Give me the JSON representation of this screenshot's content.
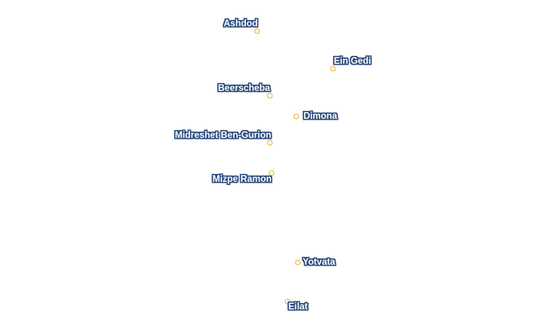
{
  "colors": {
    "marker_stroke": "#f0b030",
    "label_halo": "#2b4a7c",
    "label_text": "#ffffff"
  },
  "places": [
    {
      "id": "ashdod",
      "name": "Ashdod"
    },
    {
      "id": "ein-gedi",
      "name": "Ein Gedi"
    },
    {
      "id": "beerscheba",
      "name": "Beerscheba"
    },
    {
      "id": "dimona",
      "name": "Dimona"
    },
    {
      "id": "midreshet-ben-gurion",
      "name": "Midreshet Ben-Gurion"
    },
    {
      "id": "mizpe-ramon",
      "name": "Mizpe Ramon"
    },
    {
      "id": "yotvata",
      "name": "Yotvata"
    },
    {
      "id": "eilat",
      "name": "Eilat"
    }
  ]
}
